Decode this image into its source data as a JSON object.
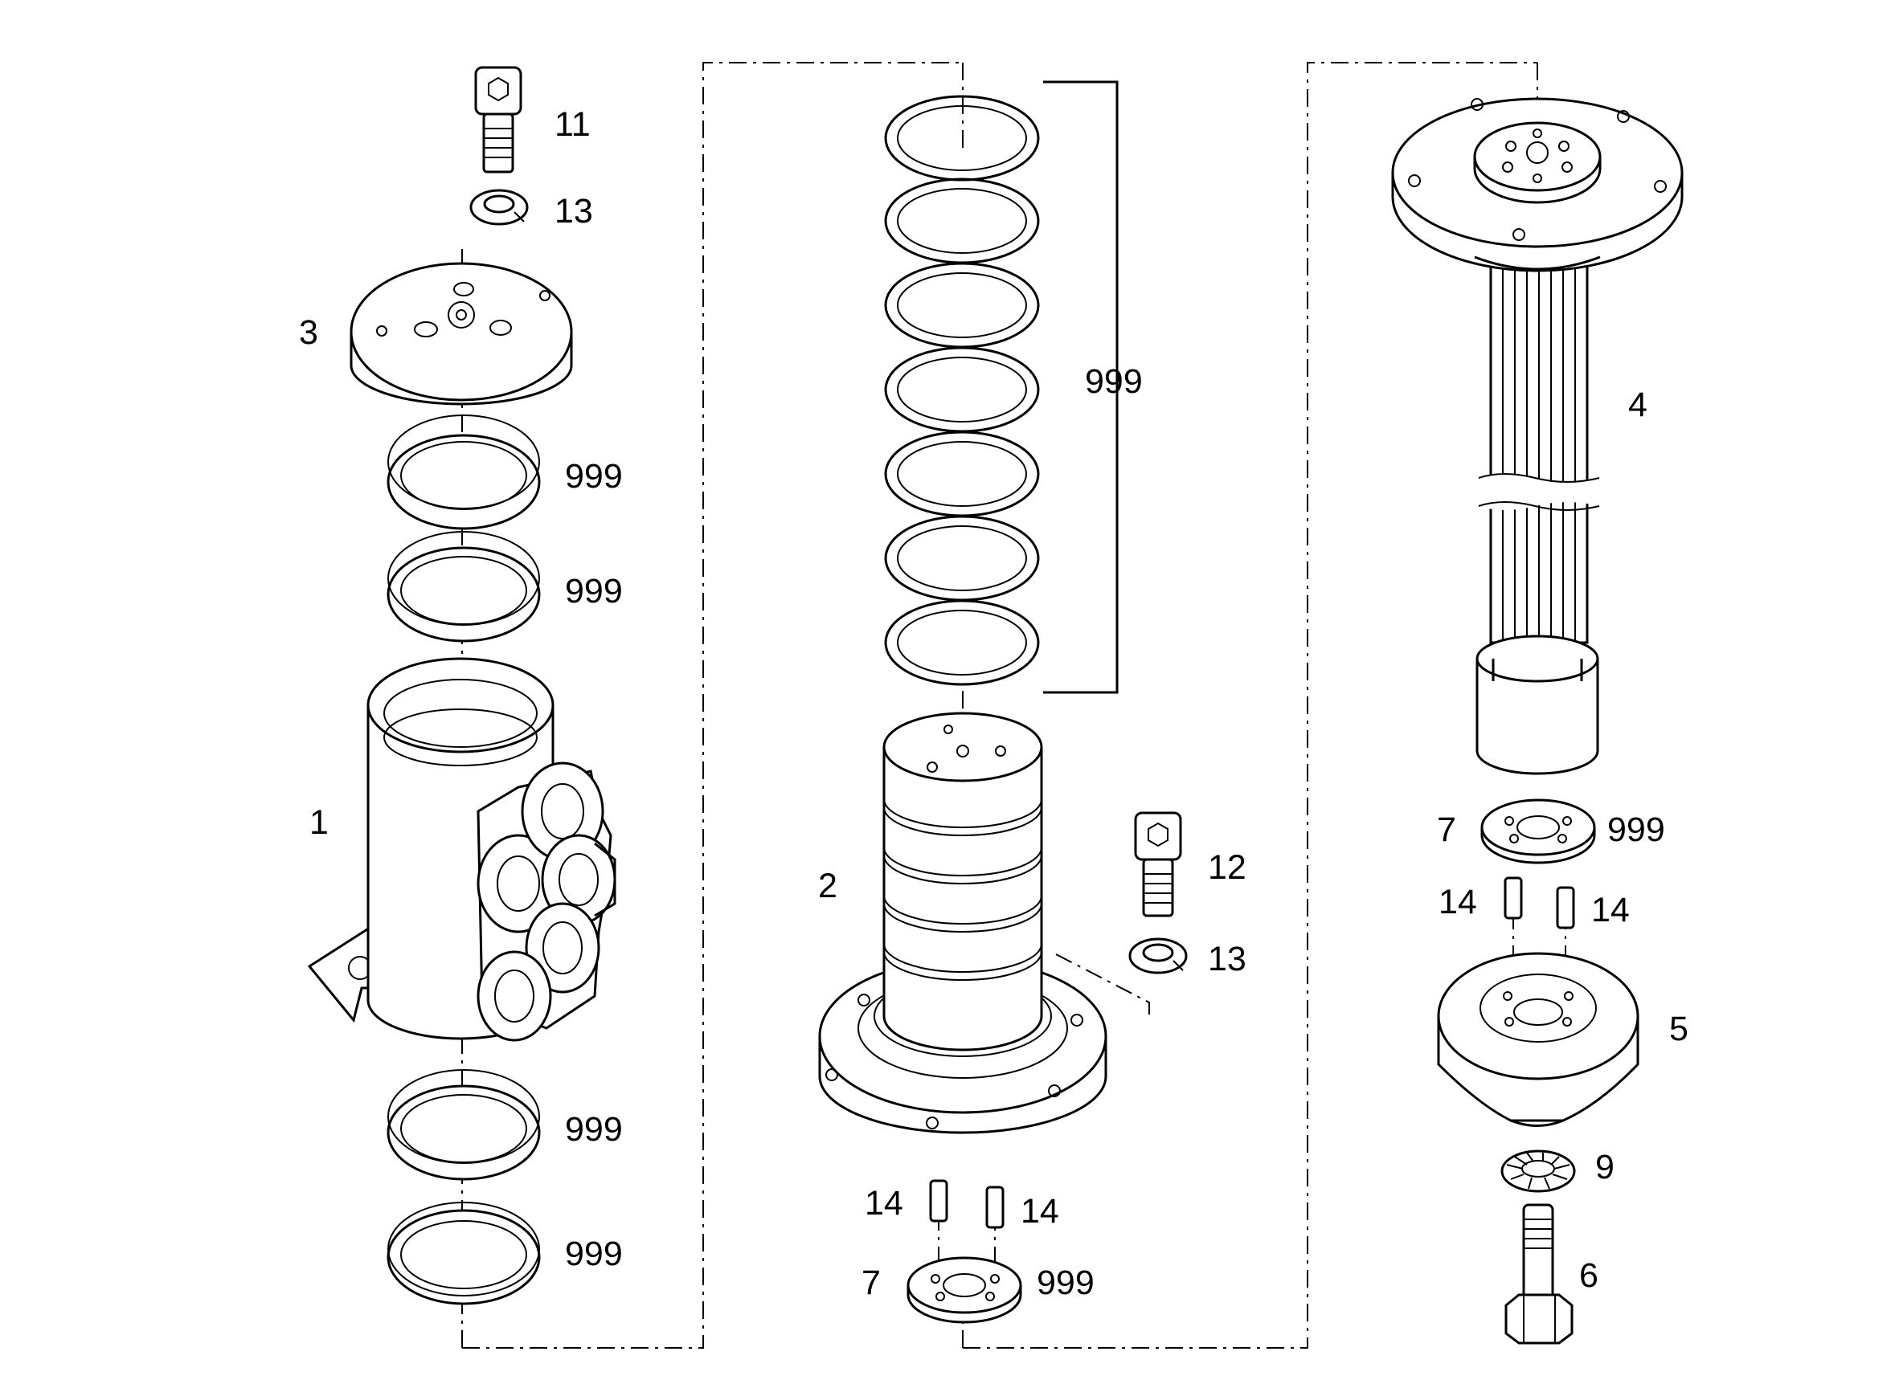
{
  "parts": [
    {
      "id": "p11a",
      "label": "11"
    },
    {
      "id": "p13a",
      "label": "13"
    },
    {
      "id": "p3",
      "label": "3"
    },
    {
      "id": "p999a",
      "label": "999"
    },
    {
      "id": "p999b",
      "label": "999"
    },
    {
      "id": "p1",
      "label": "1"
    },
    {
      "id": "p999c",
      "label": "999"
    },
    {
      "id": "p999d",
      "label": "999"
    },
    {
      "id": "p999e",
      "label": "999"
    },
    {
      "id": "p2",
      "label": "2"
    },
    {
      "id": "p12",
      "label": "12"
    },
    {
      "id": "p13b",
      "label": "13"
    },
    {
      "id": "p14a",
      "label": "14"
    },
    {
      "id": "p14b",
      "label": "14"
    },
    {
      "id": "p7a",
      "label": "7"
    },
    {
      "id": "p999f",
      "label": "999"
    },
    {
      "id": "p4",
      "label": "4"
    },
    {
      "id": "p7b",
      "label": "7"
    },
    {
      "id": "p999g",
      "label": "999"
    },
    {
      "id": "p14c",
      "label": "14"
    },
    {
      "id": "p14d",
      "label": "14"
    },
    {
      "id": "p5",
      "label": "5"
    },
    {
      "id": "p9",
      "label": "9"
    },
    {
      "id": "p6",
      "label": "6"
    }
  ]
}
